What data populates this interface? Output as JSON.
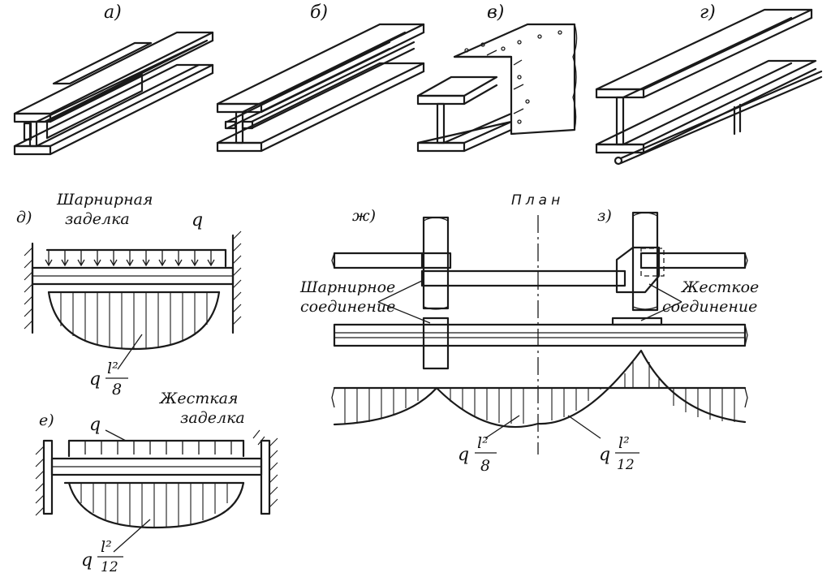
{
  "labels": {
    "a": "а)",
    "b": "б)",
    "v": "в)",
    "g": "г)",
    "d": "д)",
    "e": "е)",
    "zh": "ж)",
    "z": "з)",
    "plan": "План"
  },
  "annotations": {
    "hinge_support_line1": "Шарнирная",
    "hinge_support_line2": "заделка",
    "rigid_support_line1": "Жесткая",
    "rigid_support_line2": "заделка",
    "hinge_joint_line1": "Шарнирное",
    "hinge_joint_line2": "соединение",
    "rigid_joint_line1": "Жесткое",
    "rigid_joint_line2": "соединение",
    "load": "q"
  },
  "moments": {
    "q_symbol": "q",
    "numerator": "l²",
    "denom_8": "8",
    "denom_12": "12"
  }
}
